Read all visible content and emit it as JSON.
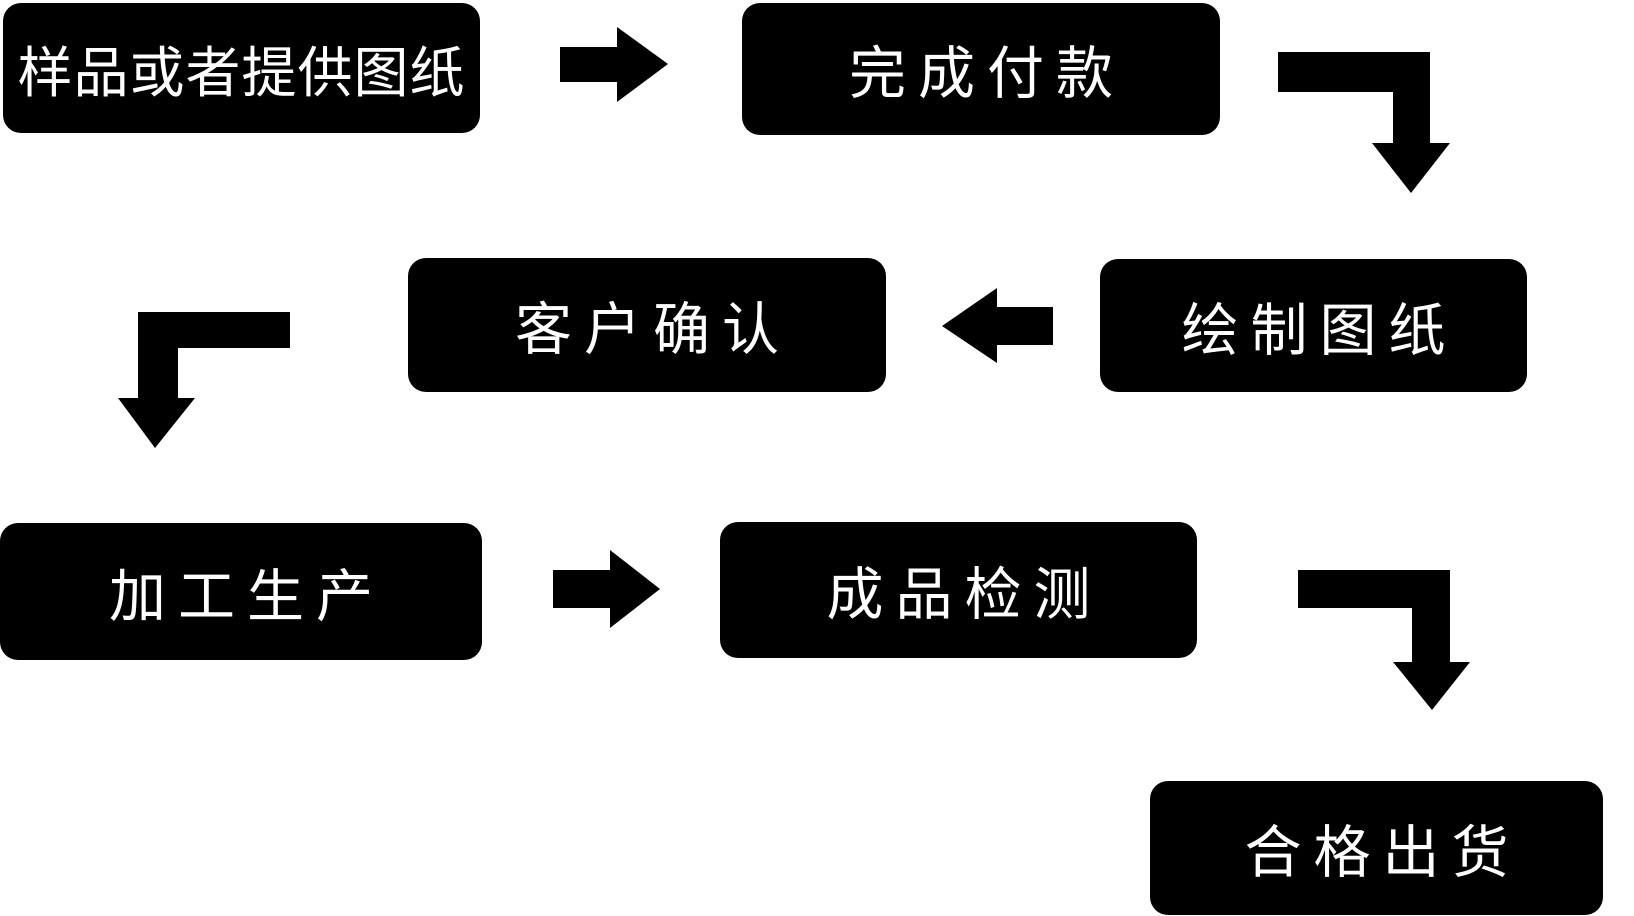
{
  "diagram": {
    "type": "flowchart",
    "colors": {
      "background": "#ffffff",
      "node_fill": "#000000",
      "node_text": "#ffffff",
      "arrow": "#000000"
    },
    "nodes": [
      {
        "id": "sample",
        "label": "样品或者提供图纸"
      },
      {
        "id": "payment",
        "label": "完成付款"
      },
      {
        "id": "draw",
        "label": "绘制图纸"
      },
      {
        "id": "confirm",
        "label": "客户确认"
      },
      {
        "id": "production",
        "label": "加工生产"
      },
      {
        "id": "inspection",
        "label": "成品检测"
      },
      {
        "id": "shipment",
        "label": "合格出货"
      }
    ],
    "flow": [
      {
        "from": "样品或者提供图纸",
        "to": "完成付款",
        "arrow": "right"
      },
      {
        "from": "完成付款",
        "to": "绘制图纸",
        "arrow": "elbow-down-right"
      },
      {
        "from": "绘制图纸",
        "to": "客户确认",
        "arrow": "left"
      },
      {
        "from": "客户确认",
        "to": "加工生产",
        "arrow": "elbow-down-left"
      },
      {
        "from": "加工生产",
        "to": "成品检测",
        "arrow": "right"
      },
      {
        "from": "成品检测",
        "to": "合格出货",
        "arrow": "elbow-down-right"
      }
    ]
  }
}
